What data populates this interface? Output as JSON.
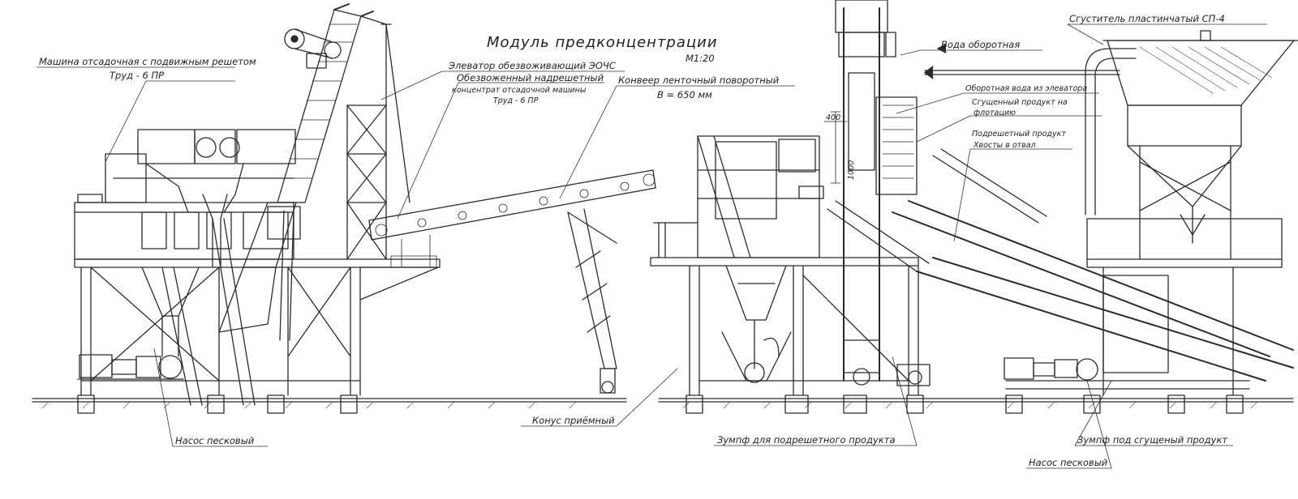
{
  "title": "Модуль предконцентрации",
  "scale": "М1:20",
  "labels": {
    "jig_machine_1": "Машина отсадочная с подвижным решетом",
    "jig_machine_2": "Труд - 6 ПР",
    "elevator": "Элеватор обезвоживающий ЭОЧС",
    "dewatered_1": "Обезвоженный надрешетный",
    "dewatered_2": "концентрат отсадочной машины",
    "dewatered_3": "Труд - 6 ПР",
    "conveyor_1": "Конвеер ленточный поворотный",
    "conveyor_2": "B = 650 мм",
    "pump_left": "Насос песковый",
    "cone": "Конус приёмный",
    "water": "Вода оборотная",
    "thickener": "Сгуститель пластинчатый СП-4",
    "return_water": "Оборотная вода из элеватора",
    "thickened_1": "Сгущенный продукт на",
    "thickened_2": "флотацию",
    "undersize_1": "Подрешетный продукт",
    "undersize_2": "Хвосты в отвал",
    "sump_left": "Зумпф для подрешетного продукта",
    "sump_right": "Зумпф под сгущеный продукт",
    "pump_right": "Насос песковый",
    "dim_400": "400",
    "dim_1000": "1000"
  }
}
